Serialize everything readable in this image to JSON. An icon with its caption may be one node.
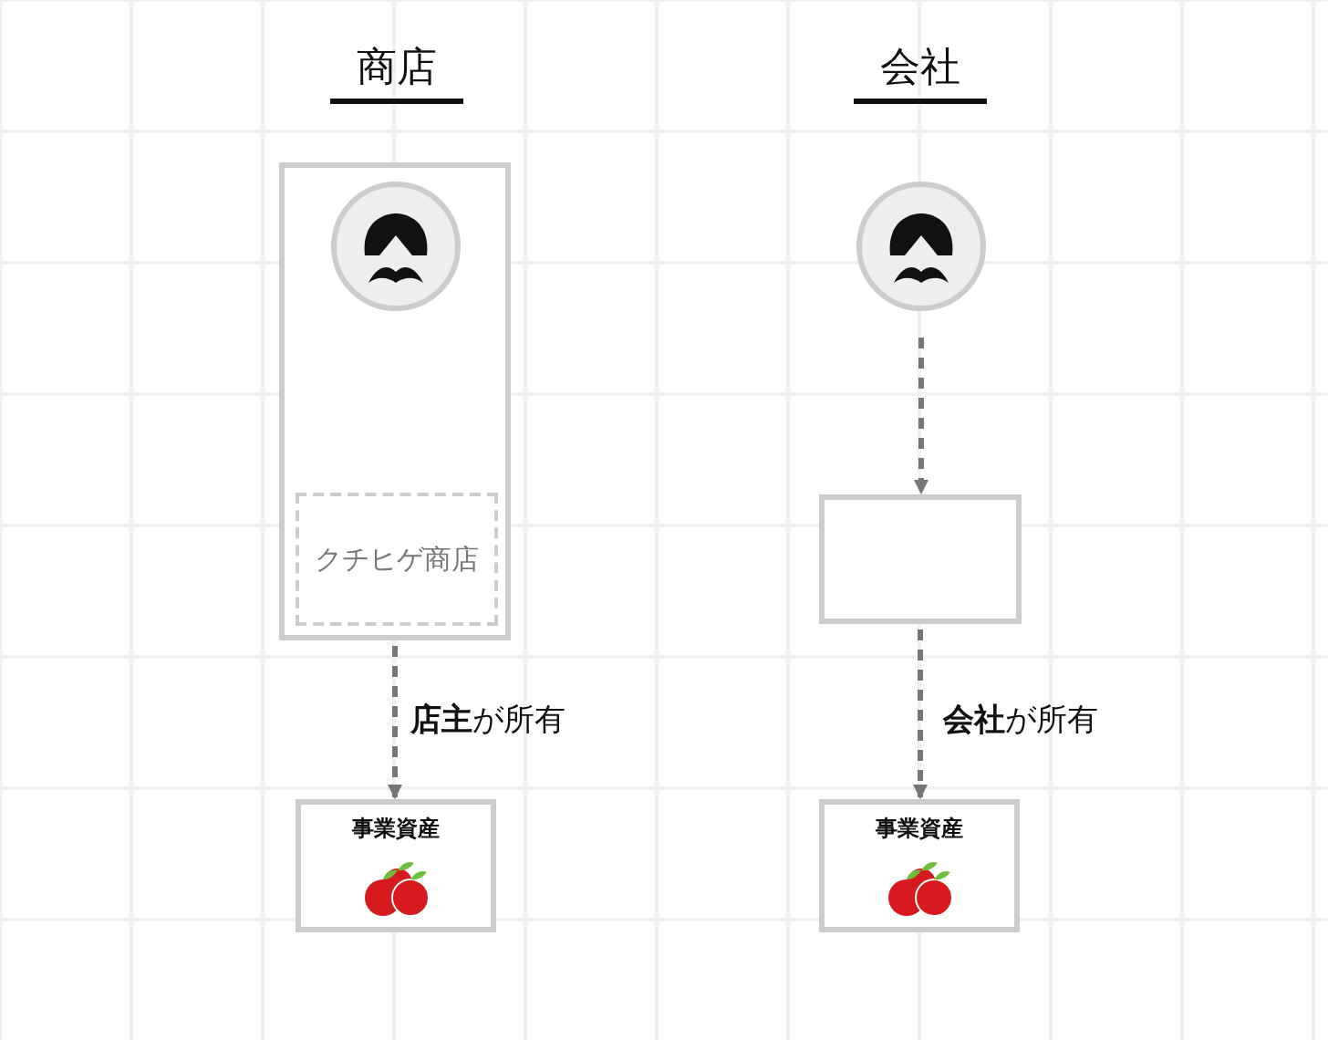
{
  "diagram": {
    "nodes": [
      {
        "text": [],
        "shape": "box"
      },
      {
        "text": [],
        "shape": "person",
        "in": 0
      },
      {
        "text": [
          "クチヒゲ商店"
        ],
        "in": 0
      },
      {
        "text": [
          "事業資産"
        ]
      },
      {
        "text": [],
        "shape": "person"
      },
      {
        "text": [],
        "shape": "box"
      },
      {
        "text": [
          "事業資産"
        ]
      }
    ],
    "edges": [
      {
        "from": 0,
        "to": 3,
        "arrow": "to",
        "label": "**店主**が所有"
      },
      {
        "from": 4,
        "to": 5,
        "arrow": "to"
      },
      {
        "from": 5,
        "to": 6,
        "arrow": "to",
        "label": "**会社**が所有"
      }
    ],
    "labels": [
      "商店",
      "会社"
    ]
  }
}
